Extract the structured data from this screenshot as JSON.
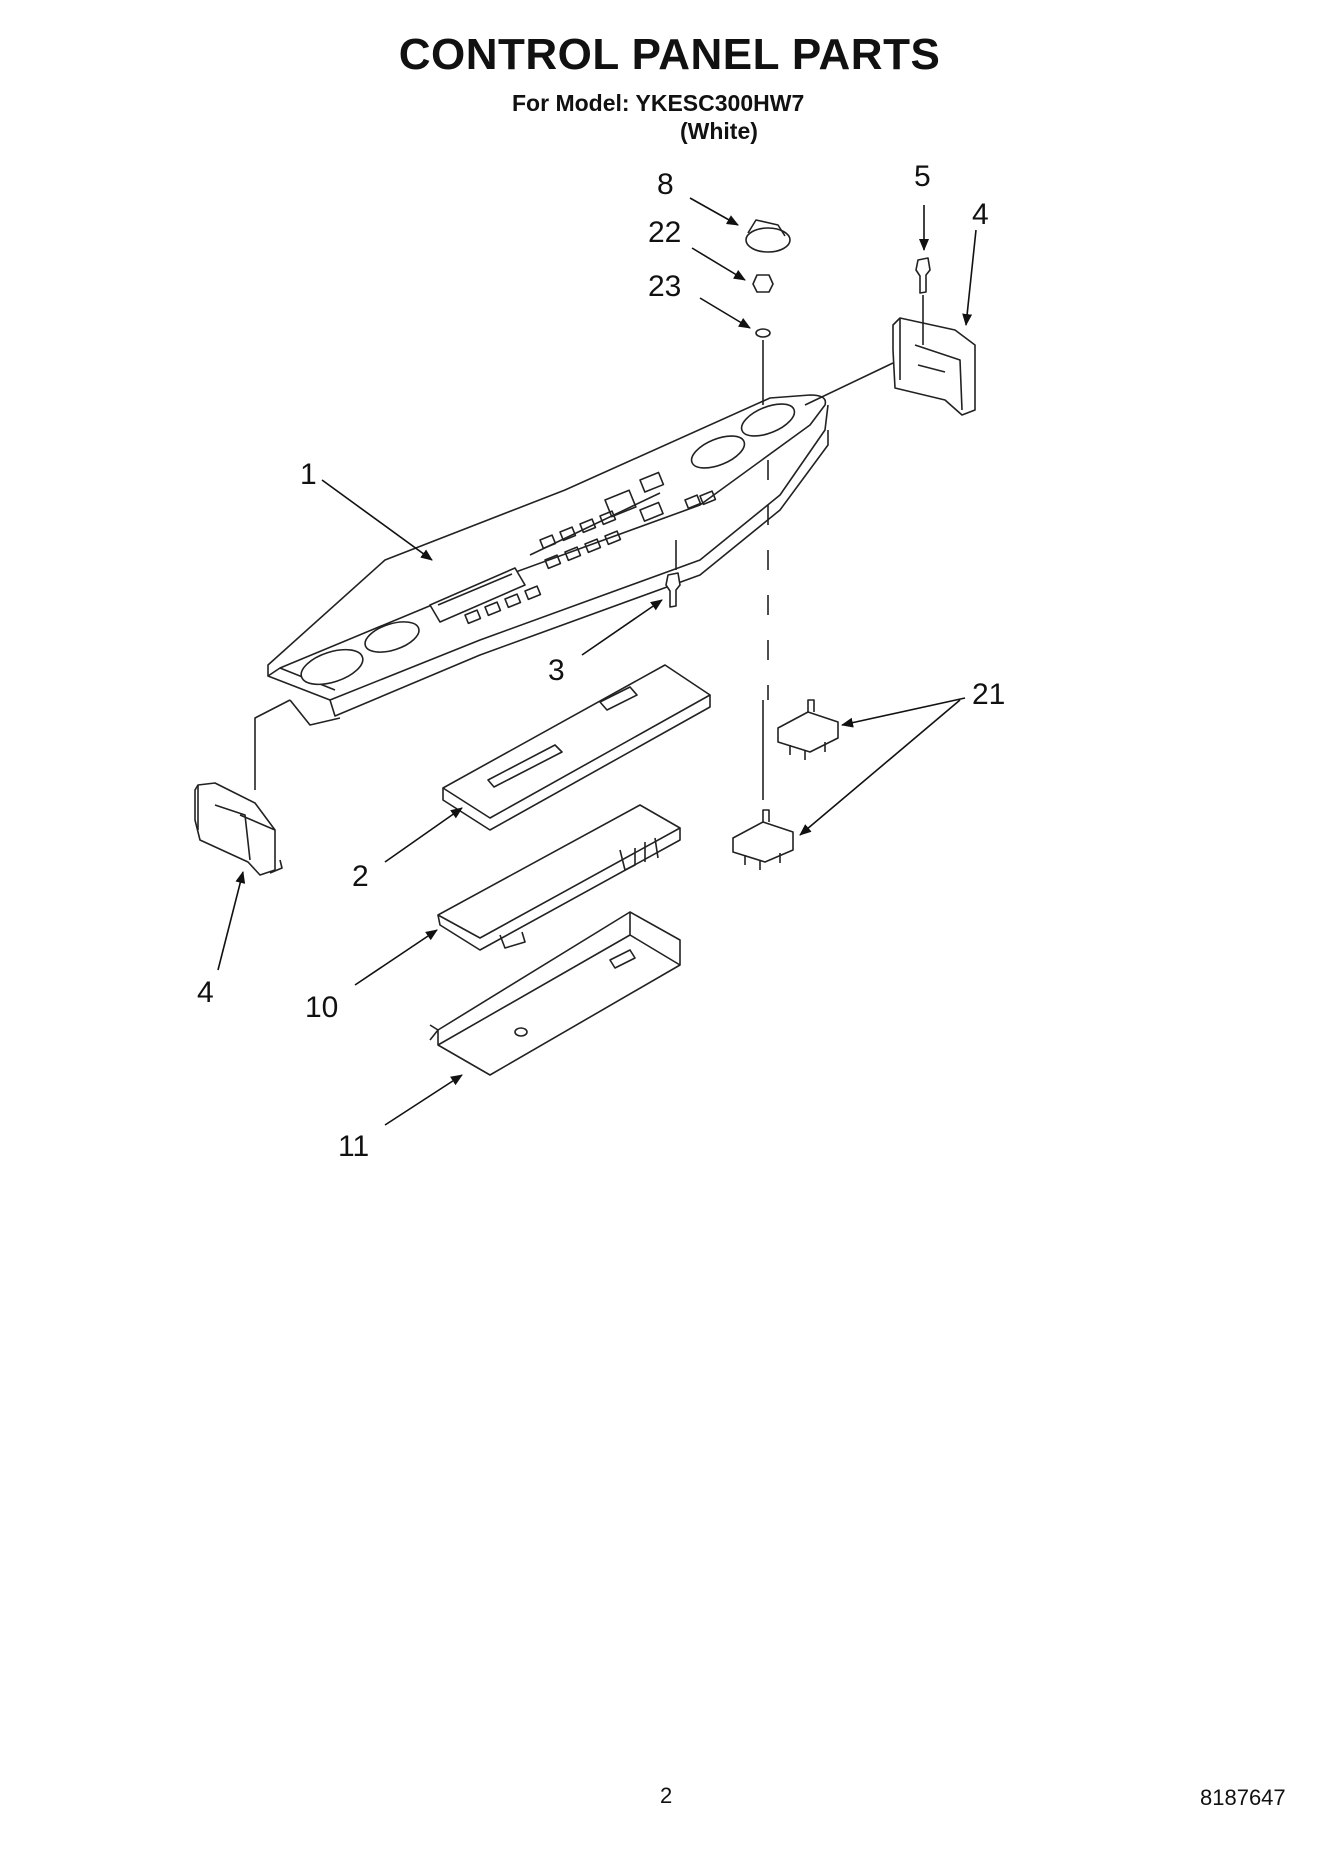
{
  "header": {
    "title": "CONTROL PANEL PARTS",
    "model_line": "For Model: YKESC300HW7",
    "color_line": "(White)"
  },
  "callouts": [
    {
      "id": "c-8",
      "label": "8"
    },
    {
      "id": "c-22",
      "label": "22"
    },
    {
      "id": "c-23",
      "label": "23"
    },
    {
      "id": "c-5",
      "label": "5"
    },
    {
      "id": "c-4-right",
      "label": "4"
    },
    {
      "id": "c-1",
      "label": "1"
    },
    {
      "id": "c-3",
      "label": "3"
    },
    {
      "id": "c-21",
      "label": "21"
    },
    {
      "id": "c-2",
      "label": "2"
    },
    {
      "id": "c-4-left",
      "label": "4"
    },
    {
      "id": "c-10",
      "label": "10"
    },
    {
      "id": "c-11",
      "label": "11"
    }
  ],
  "footer": {
    "page_number": "2",
    "doc_number": "8187647"
  }
}
